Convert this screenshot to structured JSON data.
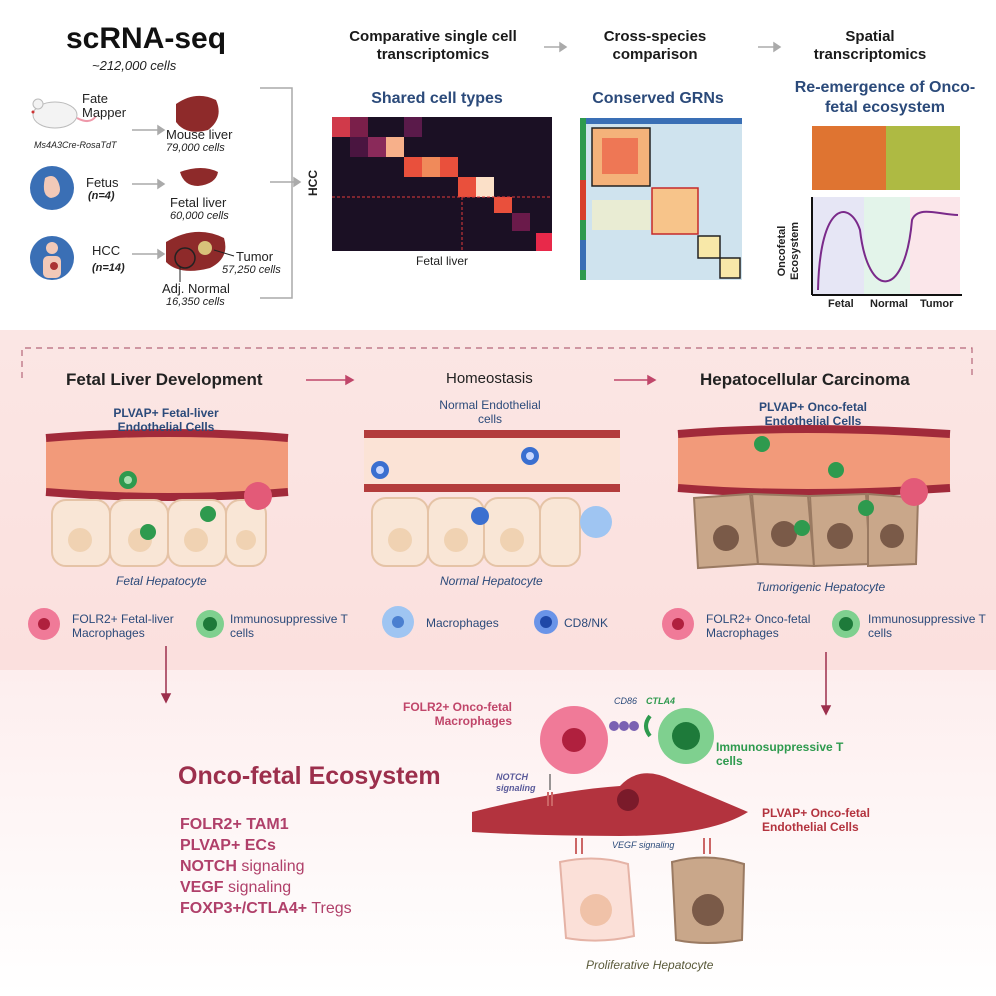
{
  "top": {
    "title": "scRNA-seq",
    "cells_total": "~212,000 cells",
    "fate_mapper": "Fate Mapper",
    "mouse_strain": "Ms4A3Cre-RosaTdT",
    "mouse_liver": "Mouse liver",
    "mouse_cells": "79,000 cells",
    "fetus": "Fetus",
    "fetus_n": "(n=4)",
    "fetal_liver": "Fetal liver",
    "fetal_cells": "60,000 cells",
    "hcc": "HCC",
    "hcc_n": "(n=14)",
    "tumor": "Tumor",
    "tumor_cells": "57,250 cells",
    "adj_normal": "Adj. Normal",
    "adj_cells": "16,350 cells",
    "step1": "Comparative single cell transcriptomics",
    "step2": "Cross-species comparison",
    "step3": "Spatial transcriptomics",
    "heat1_title": "Shared cell types",
    "heat1_ylabel": "HCC",
    "heat1_xlabel": "Fetal liver",
    "heat2_title": "Conserved GRNs",
    "heat3_title": "Re-emergence of Onco-fetal ecosystem",
    "curve_ylabel": "Oncofetal Ecosystem",
    "curve_x": [
      "Fetal",
      "Normal",
      "Tumor"
    ]
  },
  "middle": {
    "col1_title": "Fetal Liver Development",
    "col2_title": "Homeostasis",
    "col3_title": "Hepatocellular Carcinoma",
    "col1_endo": "PLVAP+ Fetal-liver Endothelial Cells",
    "col2_endo": "Normal Endothelial cells",
    "col3_endo": "PLVAP+ Onco-fetal Endothelial Cells",
    "col1_hep": "Fetal Hepatocyte",
    "col2_hep": "Normal Hepatocyte",
    "col3_hep": "Tumorigenic Hepatocyte",
    "col1_leg1": "FOLR2+ Fetal-liver Macrophages",
    "col1_leg2": "Immunosuppressive T cells",
    "col2_leg1": "Macrophages",
    "col2_leg2": "CD8/NK",
    "col3_leg1": "FOLR2+ Onco-fetal Macrophages",
    "col3_leg2": "Immunosuppressive T cells"
  },
  "bottom": {
    "title": "Onco-fetal Ecosystem",
    "items": [
      {
        "b": "FOLR2+ TAM1",
        "r": ""
      },
      {
        "b": "PLVAP+ ECs",
        "r": ""
      },
      {
        "b": "NOTCH",
        "r": " signaling"
      },
      {
        "b": "VEGF",
        "r": " signaling"
      },
      {
        "b": "FOXP3+/CTLA4+",
        "r": " Tregs"
      }
    ],
    "mac_label": "FOLR2+ Onco-fetal Macrophages",
    "cd86": "CD86",
    "ctla4": "CTLA4",
    "tcells": "Immunosuppressive T cells",
    "notch": "NOTCH signaling",
    "vegf": "VEGF signaling",
    "ec_label": "PLVAP+ Onco-fetal Endothelial Cells",
    "prolif": "Proliferative Hepatocyte"
  },
  "colors": {
    "band": "#fbe3e1",
    "maroon": "#9c2f4c",
    "navy": "#2b4a7a",
    "green": "#2e9a4e",
    "liver": "#8e2a2a"
  }
}
